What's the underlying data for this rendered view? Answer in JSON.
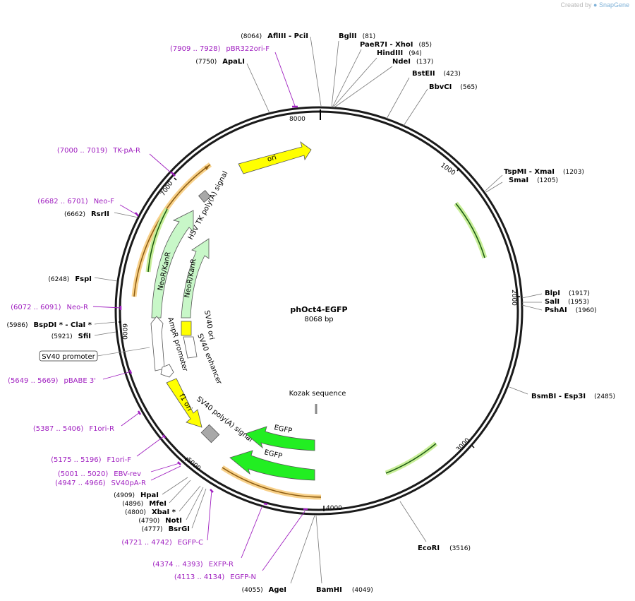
{
  "branding": {
    "created_by": "Created by",
    "app": "SnapGene"
  },
  "plasmid": {
    "name": "phOct4-EGFP",
    "size_label": "8068 bp",
    "length": 8068
  },
  "ticks": [
    "8000",
    "1000",
    "2000",
    "3000",
    "4000",
    "5000",
    "6000",
    "7000"
  ],
  "enzymes_right": [
    {
      "label": "BglII",
      "pos": "(81)"
    },
    {
      "label": "PaeR7I  - XhoI",
      "pos": "(85)"
    },
    {
      "label": "HindIII",
      "pos": "(94)"
    },
    {
      "label": "NdeI",
      "pos": "(137)"
    },
    {
      "label": "BstEII",
      "pos": "(423)"
    },
    {
      "label": "BbvCI",
      "pos": "(565)"
    },
    {
      "label": "TspMI  - XmaI",
      "pos": "(1203)"
    },
    {
      "label": "SmaI",
      "pos": "(1205)"
    },
    {
      "label": "BlpI",
      "pos": "(1917)"
    },
    {
      "label": "SalI",
      "pos": "(1953)"
    },
    {
      "label": "PshAI",
      "pos": "(1960)"
    },
    {
      "label": "BsmBI  - Esp3I",
      "pos": "(2485)"
    },
    {
      "label": "EcoRI",
      "pos": "(3516)"
    },
    {
      "label": "BamHI",
      "pos": "(4049)"
    }
  ],
  "enzymes_left": [
    {
      "label": "AflIII  - PciI",
      "pos": "(8064)"
    },
    {
      "label": "ApaLI",
      "pos": "(7750)"
    },
    {
      "label": "RsrII",
      "pos": "(6662)"
    },
    {
      "label": "FspI",
      "pos": "(6248)"
    },
    {
      "label": "BspDI *  - ClaI *",
      "pos": "(5986)"
    },
    {
      "label": "SfiI",
      "pos": "(5921)"
    },
    {
      "label": "HpaI",
      "pos": "(4909)"
    },
    {
      "label": "MfeI",
      "pos": "(4896)"
    },
    {
      "label": "XbaI *",
      "pos": "(4800)"
    },
    {
      "label": "NotI",
      "pos": "(4790)"
    },
    {
      "label": "BsrGI",
      "pos": "(4777)"
    },
    {
      "label": "AgeI",
      "pos": "(4055)"
    }
  ],
  "primers": [
    {
      "range": "(7909 .. 7928)",
      "name": "pBR322ori-F"
    },
    {
      "range": "(7000 .. 7019)",
      "name": "TK-pA-R"
    },
    {
      "range": "(6682 .. 6701)",
      "name": "Neo-F"
    },
    {
      "range": "(6072 .. 6091)",
      "name": "Neo-R"
    },
    {
      "range": "(5649 .. 5669)",
      "name": "pBABE 3'"
    },
    {
      "range": "(5387 .. 5406)",
      "name": "F1ori-R"
    },
    {
      "range": "(5175 .. 5196)",
      "name": "F1ori-F"
    },
    {
      "range": "(5001 .. 5020)",
      "name": "EBV-rev"
    },
    {
      "range": "(4947 .. 4966)",
      "name": "SV40pA-R"
    },
    {
      "range": "(4721 .. 4742)",
      "name": "EGFP-C"
    },
    {
      "range": "(4374 .. 4393)",
      "name": "EXFP-R"
    },
    {
      "range": "(4113 .. 4134)",
      "name": "EGFP-N"
    }
  ],
  "features": {
    "ori": "ori",
    "hsv_tk": "HSV TK poly(A) signal",
    "neokan1": "NeoR/KanR",
    "neokan2": "NeoR/KanR",
    "sv40_ori": "SV40 ori",
    "sv40_enh": "SV40 enhancer",
    "ampr_prom": "AmpR promoter",
    "f1_ori": "f1 ori",
    "sv40_pa": "SV40 poly(A) signal",
    "egfp1": "EGFP",
    "egfp2": "EGFP",
    "kozak": "Kozak sequence",
    "sv40_prom_box": "SV40 promoter"
  },
  "colors": {
    "backbone": "#1a1a1a",
    "primer": "#a020c0",
    "ori": "#ffff00",
    "neokan": "#c8f7c8",
    "egfp": "#22ee22",
    "orf_glow_orange": "#f8d18a",
    "orf_glow_green": "#c9ef9a"
  }
}
